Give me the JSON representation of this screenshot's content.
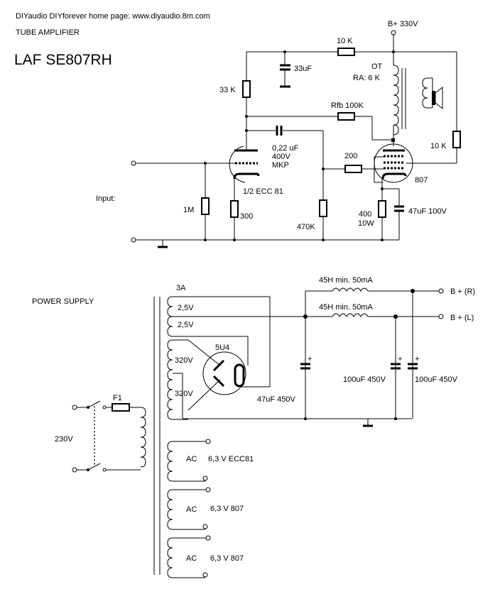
{
  "header": {
    "credit": "DIYaudio DIYforever    home page: www.diyaudio.8m.com",
    "subtitle": "TUBE AMPLIFIER",
    "title": "LAF SE807RH"
  },
  "amplifier": {
    "b_plus": "B+  330V",
    "r_10k_top": "10 K",
    "c_33uf": "33uF",
    "r_33k": "33 K",
    "ot": "OT",
    "ra": "RA:  6 K",
    "rfb": "Rfb 100K",
    "r_10k_side": "10 K",
    "c_coupling": [
      "0,22 uF",
      "400V",
      "MKP"
    ],
    "r_200": "200",
    "tube_807": "807",
    "input_label": "Input:",
    "r_1m": "1M",
    "tube_ecc81": "1/2  ECC 81",
    "r_300": "300",
    "r_470k": "470K",
    "r_400": [
      "400",
      "10W"
    ],
    "c_47uf_100v": "47uF 100V"
  },
  "power_supply": {
    "label": "POWER SUPPLY",
    "fuse_rating": "3A",
    "heater_windings": [
      "2,5V",
      "2,5V"
    ],
    "hv_windings": [
      "320V",
      "320V"
    ],
    "rectifier": "5U4",
    "fuse": "F1",
    "mains": "230V",
    "c_47uf_450v": "47uF 450V",
    "choke_r": "45H  min. 50mA",
    "choke_l": "45H  min. 50mA",
    "c_100uf_a": "100uF 450V",
    "c_100uf_b": "100uF 450V",
    "out_r": "B +  (R)",
    "out_l": "B +  (L)",
    "plus_sign": "+",
    "ac_windings": [
      {
        "type": "AC",
        "value": "6,3 V  ECC81"
      },
      {
        "type": "AC",
        "value": "6,3 V  807"
      },
      {
        "type": "AC",
        "value": "6,3 V  807"
      }
    ]
  }
}
